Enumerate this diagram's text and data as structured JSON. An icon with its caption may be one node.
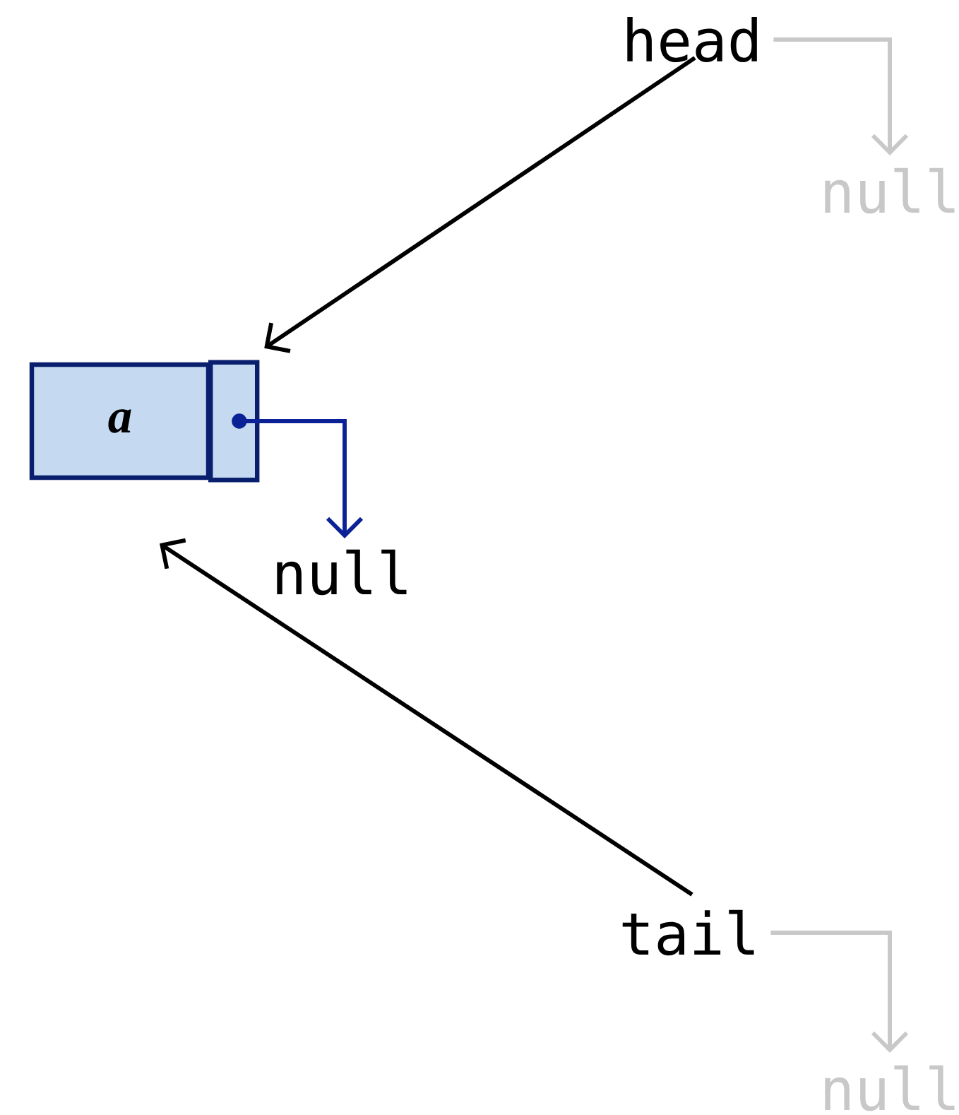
{
  "diagram": {
    "nodes": [
      {
        "text": [
          "head"
        ]
      },
      {
        "text": [
          "null"
        ]
      },
      {
        "text": [
          "a"
        ]
      },
      {
        "text": [
          "null"
        ]
      },
      {
        "text": [
          "tail"
        ]
      },
      {
        "text": [
          "null"
        ]
      }
    ],
    "edges": [
      {
        "from": 0,
        "to": 1,
        "arrow": "to",
        "color": "#c8c8c8"
      },
      {
        "from": 0,
        "to": 2,
        "arrow": "to",
        "color": "#000000"
      },
      {
        "from": 2,
        "to": 3,
        "arrow": "to",
        "color": "#0a2296"
      },
      {
        "from": 4,
        "to": 2,
        "arrow": "to",
        "color": "#000000"
      },
      {
        "from": 4,
        "to": 5,
        "arrow": "to",
        "color": "#c8c8c8"
      }
    ]
  }
}
